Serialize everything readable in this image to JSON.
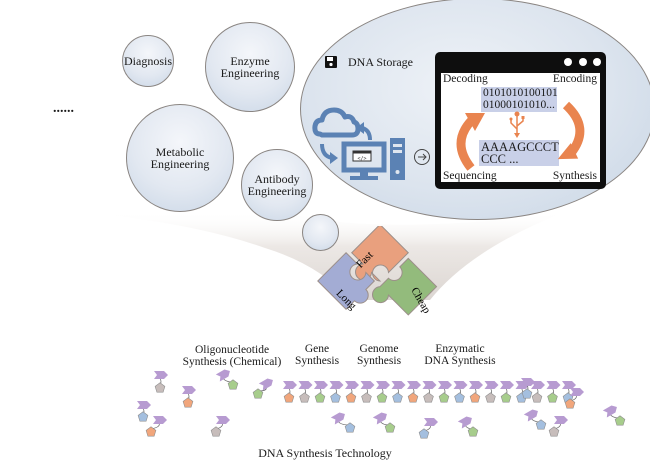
{
  "applications": {
    "ellipsis": "......",
    "bubbles": [
      {
        "id": "diagnosis",
        "label": "Diagnosis"
      },
      {
        "id": "enzyme",
        "label": "Enzyme Engineering"
      },
      {
        "id": "metabolic",
        "label": "Metabolic Engineering"
      },
      {
        "id": "antibody",
        "label": "Antibody Engineering"
      }
    ]
  },
  "dna_storage": {
    "title": "DNA Storage",
    "icons": [
      "floppy-disk-icon",
      "cloud-icon",
      "monitor-icon",
      "server-tower-icon",
      "arrow-right-circle-icon",
      "usb-icon"
    ],
    "screen": {
      "top_left": "Decoding",
      "top_right": "Encoding",
      "bottom_left": "Sequencing",
      "bottom_right": "Synthesis",
      "binary_line1": "0101010100101",
      "binary_line2": "01000101010...",
      "dna_line1": "AAAAGCCCT",
      "dna_line2": "CCC ..."
    }
  },
  "puzzle": {
    "pieces": [
      {
        "label": "Fast",
        "color": "#e9a07e"
      },
      {
        "label": "Long",
        "color": "#a3acd4"
      },
      {
        "label": "Cheap",
        "color": "#93bb7c"
      }
    ]
  },
  "synthesis_methods": [
    {
      "line1": "Oligonucleotide",
      "line2": "Synthesis (Chemical)"
    },
    {
      "line1": "Gene",
      "line2": "Synthesis"
    },
    {
      "line1": "Genome",
      "line2": "Synthesis"
    },
    {
      "line1": "Enzymatic",
      "line2": "DNA Synthesis"
    }
  ],
  "footer_title": "DNA Synthesis Technology",
  "colors": {
    "accent_orange": "#e9844f",
    "icon_blue": "#5b82b4",
    "nucleotide_purple": "#b79bd1",
    "base_orange": "#f1a67c",
    "base_gray": "#c7bdbb",
    "base_green": "#a7cd8c",
    "base_blue": "#a4bfdf"
  }
}
